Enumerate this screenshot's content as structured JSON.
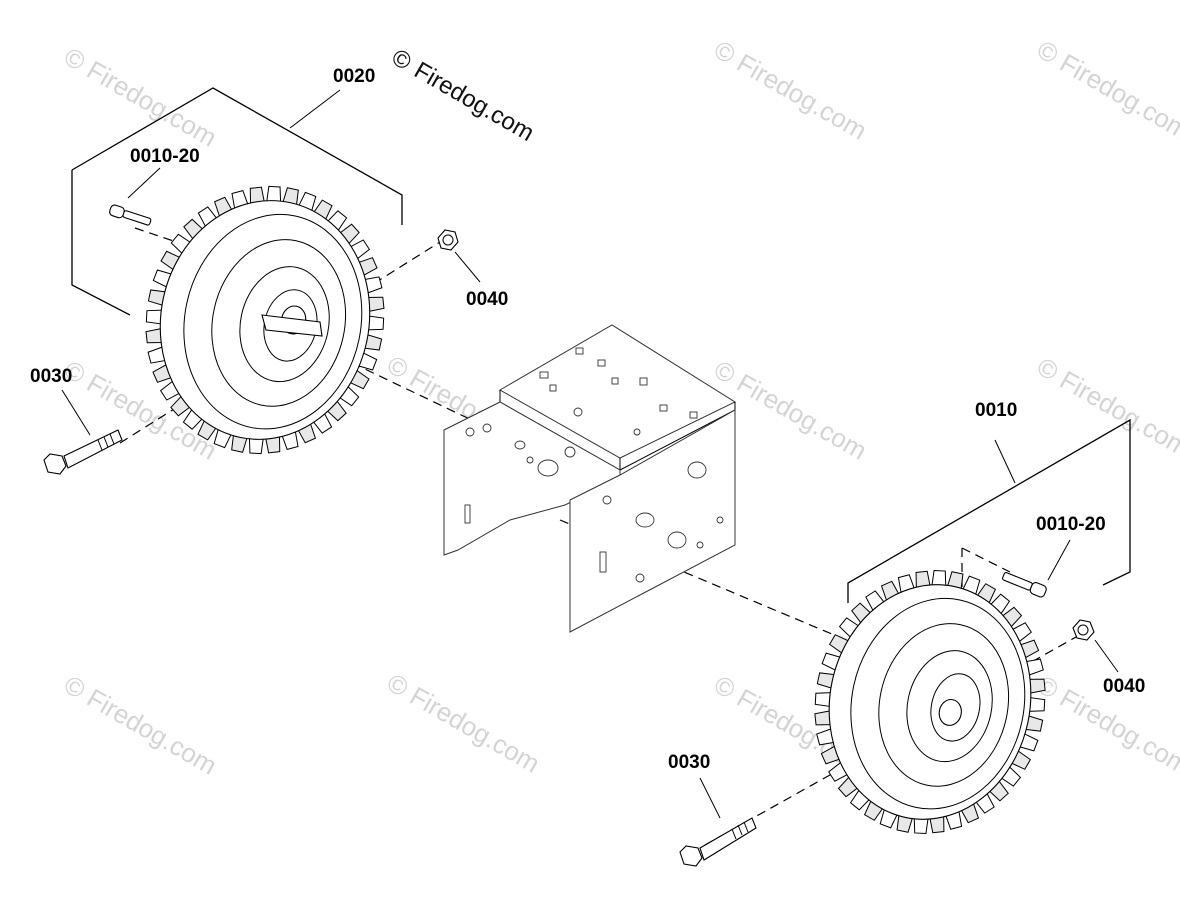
{
  "brand": {
    "copyright": "©",
    "name": "Firedog.com"
  },
  "watermark": {
    "text": "© Firedog.com"
  },
  "callouts": {
    "left_assembly": "0020",
    "left_valve": "0010-20",
    "left_nut": "0040",
    "left_bolt": "0030",
    "right_assembly": "0010",
    "right_valve": "0010-20",
    "right_nut": "0040",
    "right_bolt": "0030"
  }
}
